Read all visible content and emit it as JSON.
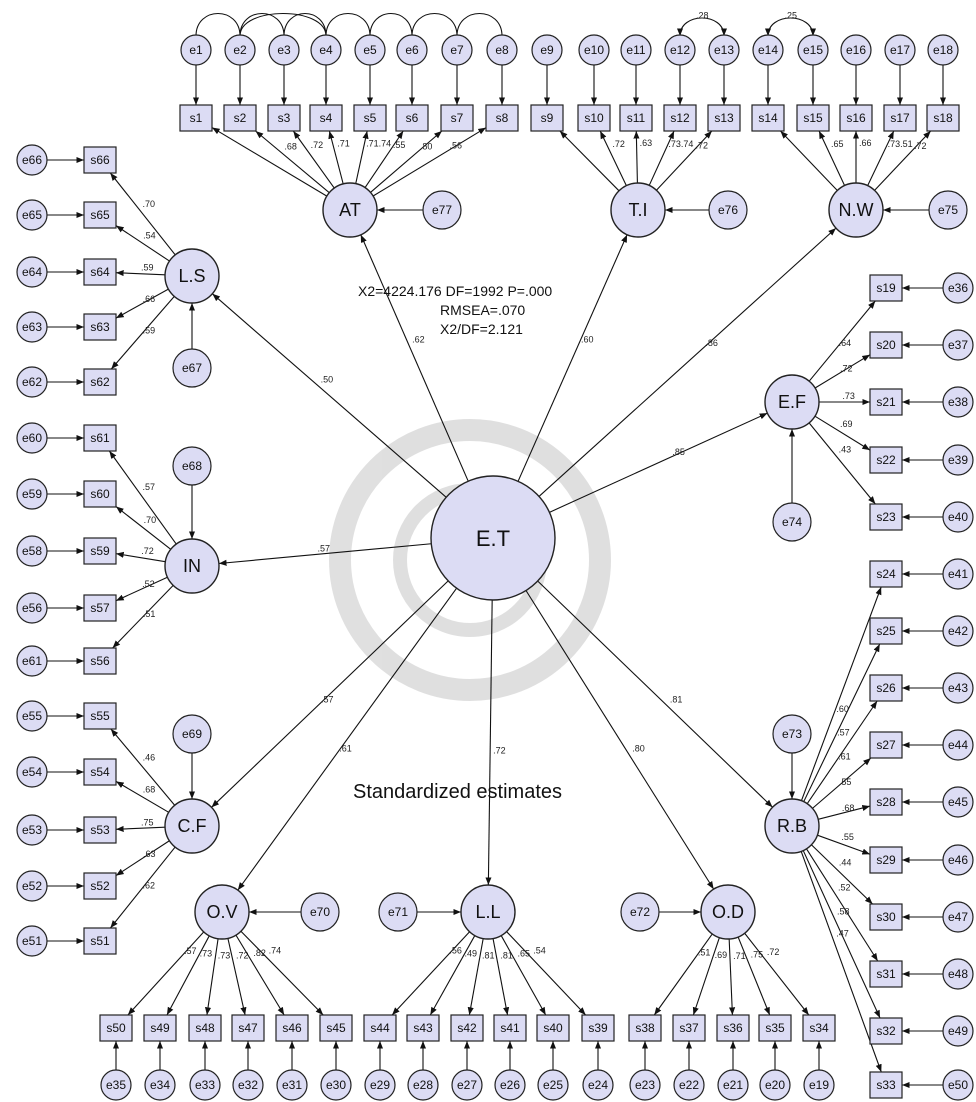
{
  "fit": {
    "line1": "X2=4224.176   DF=1992   P=.000",
    "line2": "RMSEA=.070",
    "line3": "X2/DF=2.121"
  },
  "caption": "Standardized estimates",
  "latent_labels": {
    "ET": "E.T",
    "AT": "AT",
    "TI": "T.I",
    "NW": "N.W",
    "LS": "L.S",
    "IN": "IN",
    "CF": "C.F",
    "OV": "O.V",
    "LL": "L.L",
    "OD": "O.D",
    "RB": "R.B",
    "EF": "E.F"
  },
  "disturbances": {
    "AT": "e77",
    "TI": "e76",
    "NW": "e75",
    "LS": "e67",
    "IN": "e68",
    "CF": "e69",
    "OV": "e70",
    "LL": "e71",
    "OD": "e72",
    "RB": "e73",
    "EF": "e74"
  },
  "structural_coefs": {
    "AT": ".62",
    "TI": ".60",
    "NW": ".86",
    "LS": ".50",
    "IN": ".57",
    "EF": ".85",
    "CF": ".57",
    "OV": ".61",
    "LL": ".72",
    "OD": ".80",
    "RB": ".81"
  },
  "indicators": {
    "AT": [
      {
        "obs": "s1",
        "err": "e1"
      },
      {
        "obs": "s2",
        "err": "e2",
        "coef": ".68"
      },
      {
        "obs": "s3",
        "err": "e3",
        "coef": ".72"
      },
      {
        "obs": "s4",
        "err": "e4",
        "coef": ".71"
      },
      {
        "obs": "s5",
        "err": "e5",
        "coef": ".71.74"
      },
      {
        "obs": "s6",
        "err": "e6",
        "coef": ".55"
      },
      {
        "obs": "s7",
        "err": "e7",
        "coef": ".80"
      },
      {
        "obs": "s8",
        "err": "e8",
        "coef": ".56"
      }
    ],
    "TI": [
      {
        "obs": "s9",
        "err": "e9"
      },
      {
        "obs": "s10",
        "err": "e10",
        "coef": ".72"
      },
      {
        "obs": "s11",
        "err": "e11",
        "coef": ".63"
      },
      {
        "obs": "s12",
        "err": "e12",
        "coef": ".73.74"
      },
      {
        "obs": "s13",
        "err": "e13",
        "coef": ".72"
      }
    ],
    "NW": [
      {
        "obs": "s14",
        "err": "e14"
      },
      {
        "obs": "s15",
        "err": "e15",
        "coef": ".65"
      },
      {
        "obs": "s16",
        "err": "e16",
        "coef": ".66"
      },
      {
        "obs": "s17",
        "err": "e17",
        "coef": ".73.51"
      },
      {
        "obs": "s18",
        "err": "e18",
        "coef": ".72"
      }
    ],
    "LS": [
      {
        "obs": "s66",
        "err": "e66",
        "coef": ".70"
      },
      {
        "obs": "s65",
        "err": "e65",
        "coef": ".54"
      },
      {
        "obs": "s64",
        "err": "e64",
        "coef": ".59"
      },
      {
        "obs": "s63",
        "err": "e63",
        "coef": ".66"
      },
      {
        "obs": "s62",
        "err": "e62",
        "coef": ".59"
      }
    ],
    "IN": [
      {
        "obs": "s61",
        "err": "e60",
        "coef": ".57"
      },
      {
        "obs": "s60",
        "err": "e59",
        "coef": ".70"
      },
      {
        "obs": "s59",
        "err": "e58",
        "coef": ".72"
      },
      {
        "obs": "s57",
        "err": "e56",
        "coef": ".52"
      },
      {
        "obs": "s56",
        "err": "e61",
        "coef": ".51"
      }
    ],
    "CF": [
      {
        "obs": "s55",
        "err": "e55",
        "coef": ".46"
      },
      {
        "obs": "s54",
        "err": "e54",
        "coef": ".68"
      },
      {
        "obs": "s53",
        "err": "e53",
        "coef": ".75"
      },
      {
        "obs": "s52",
        "err": "e52",
        "coef": ".63"
      },
      {
        "obs": "s51",
        "err": "e51",
        "coef": ".62"
      }
    ],
    "OV": [
      {
        "obs": "s50",
        "err": "e35",
        "coef": ".57"
      },
      {
        "obs": "s49",
        "err": "e34",
        "coef": ".73"
      },
      {
        "obs": "s48",
        "err": "e33",
        "coef": ".73"
      },
      {
        "obs": "s47",
        "err": "e32",
        "coef": ".72"
      },
      {
        "obs": "s46",
        "err": "e31",
        "coef": ".82"
      },
      {
        "obs": "s45",
        "err": "e30",
        "coef": ".74"
      }
    ],
    "LL": [
      {
        "obs": "s44",
        "err": "e29",
        "coef": ".56"
      },
      {
        "obs": "s43",
        "err": "e28",
        "coef": ".49"
      },
      {
        "obs": "s42",
        "err": "e27",
        "coef": ".81"
      },
      {
        "obs": "s41",
        "err": "e26",
        "coef": ".81"
      },
      {
        "obs": "s40",
        "err": "e25",
        "coef": ".65"
      },
      {
        "obs": "s39",
        "err": "e24",
        "coef": ".54"
      }
    ],
    "OD": [
      {
        "obs": "s38",
        "err": "e23",
        "coef": ".51"
      },
      {
        "obs": "s37",
        "err": "e22",
        "coef": ".69"
      },
      {
        "obs": "s36",
        "err": "e21",
        "coef": ".71"
      },
      {
        "obs": "s35",
        "err": "e20",
        "coef": ".75"
      },
      {
        "obs": "s34",
        "err": "e19",
        "coef": ".72"
      }
    ],
    "EF": [
      {
        "obs": "s19",
        "err": "e36",
        "coef": ".64"
      },
      {
        "obs": "s20",
        "err": "e37",
        "coef": ".72"
      },
      {
        "obs": "s21",
        "err": "e38",
        "coef": ".73"
      },
      {
        "obs": "s22",
        "err": "e39",
        "coef": ".69"
      },
      {
        "obs": "s23",
        "err": "e40",
        "coef": ".43"
      }
    ],
    "RB": [
      {
        "obs": "s24",
        "err": "e41",
        "coef": ".60"
      },
      {
        "obs": "s25",
        "err": "e42",
        "coef": ".57"
      },
      {
        "obs": "s26",
        "err": "e43",
        "coef": ".61"
      },
      {
        "obs": "s27",
        "err": "e44",
        "coef": ".55"
      },
      {
        "obs": "s28",
        "err": "e45",
        "coef": ".68"
      },
      {
        "obs": "s29",
        "err": "e46",
        "coef": ".55"
      },
      {
        "obs": "s30",
        "err": "e47",
        "coef": ".44"
      },
      {
        "obs": "s31",
        "err": "e48",
        "coef": ".52"
      },
      {
        "obs": "s32",
        "err": "e49",
        "coef": ".58"
      },
      {
        "obs": "s33",
        "err": "e50",
        "coef": ".47"
      }
    ]
  },
  "covariances": [
    {
      "label": ".28"
    },
    {
      "label": ".25"
    }
  ]
}
